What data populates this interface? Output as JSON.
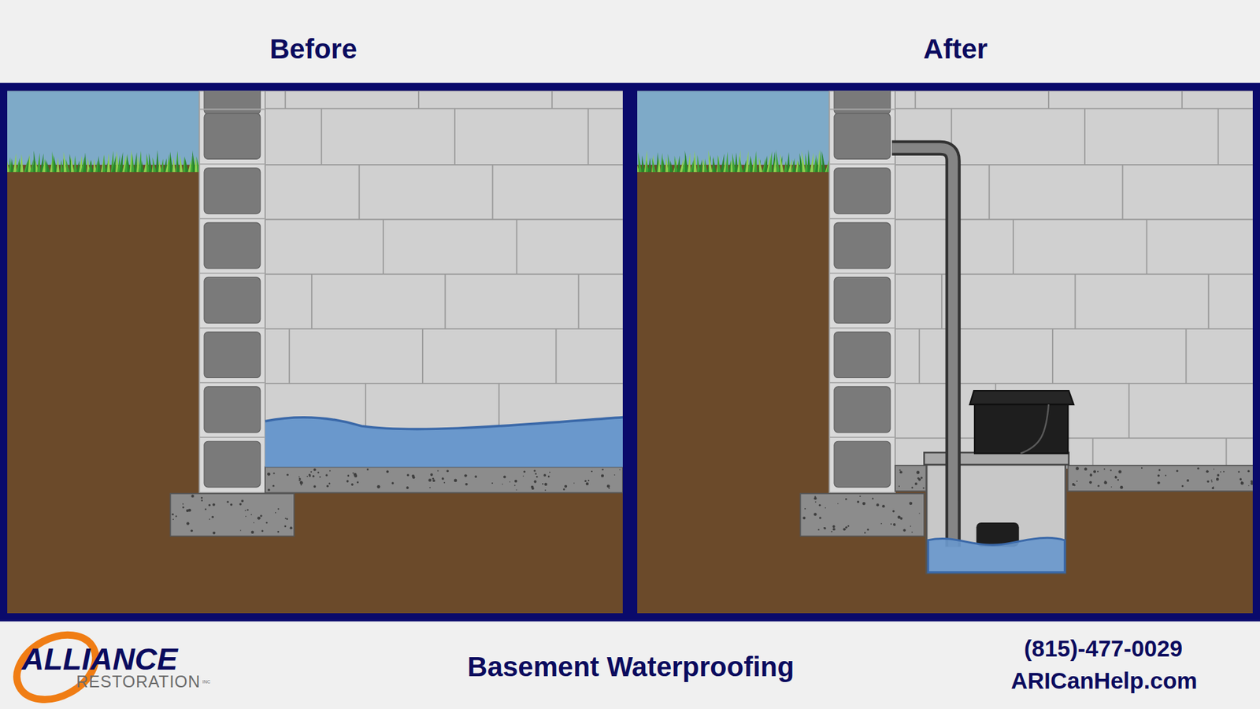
{
  "diagram": {
    "caption": "Basement Waterproofing",
    "labels": [
      "Before",
      "After",
      "ALLIANCE",
      "RESTORATION",
      "INC",
      "(815)-477-0029",
      "ARICanHelp.com"
    ]
  }
}
